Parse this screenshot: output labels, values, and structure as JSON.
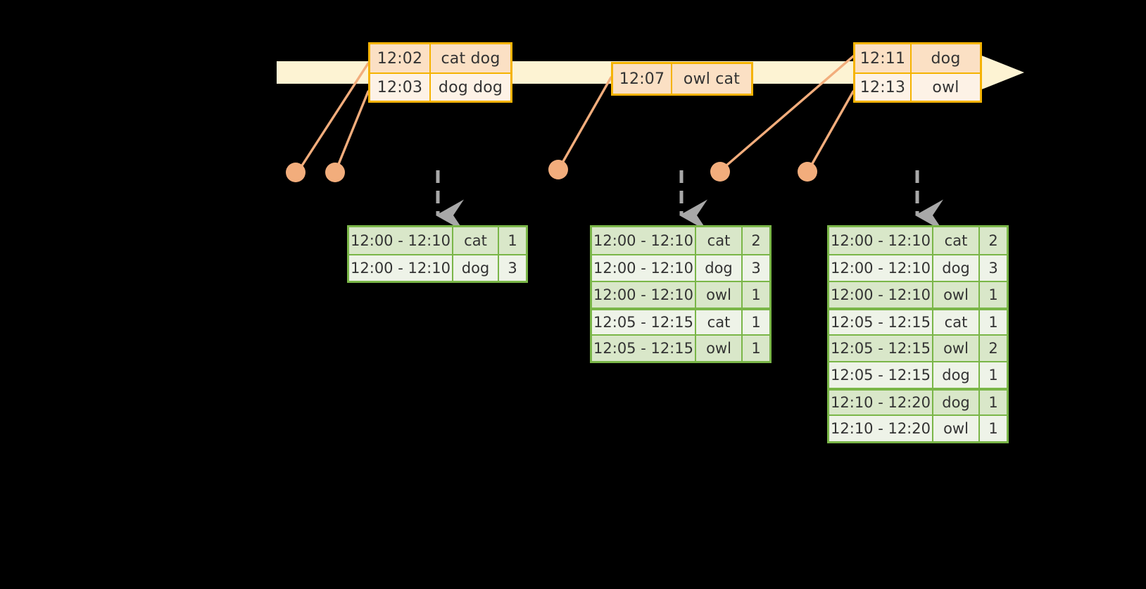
{
  "colors": {
    "background": "#000000",
    "timeline_band": "#fdf3d3",
    "event_border": "#f5b301",
    "event_fill_dark": "#fbe0c4",
    "event_fill_light": "#fdf2e6",
    "dot": "#f2ad7c",
    "connector": "#f2ad7c",
    "table_border": "#7ab648",
    "table_fill_dark": "#d9e7c9",
    "table_fill_light": "#eef3e8",
    "dashed_arrow": "#a8a8a8"
  },
  "timeline": {
    "name": "event-stream-timeline",
    "events": [
      {
        "id": "evt-group-1",
        "rows": [
          {
            "time": "12:02",
            "words": "cat dog"
          },
          {
            "time": "12:03",
            "words": "dog dog"
          }
        ]
      },
      {
        "id": "evt-group-2",
        "rows": [
          {
            "time": "12:07",
            "words": "owl cat"
          }
        ]
      },
      {
        "id": "evt-group-3",
        "rows": [
          {
            "time": "12:11",
            "words": "dog"
          },
          {
            "time": "12:13",
            "words": "owl"
          }
        ]
      }
    ]
  },
  "tables": [
    {
      "id": "window-table-1",
      "rows": [
        {
          "window": "12:00 - 12:10",
          "word": "cat",
          "count": "1"
        },
        {
          "window": "12:00 - 12:10",
          "word": "dog",
          "count": "3"
        }
      ]
    },
    {
      "id": "window-table-2",
      "rows": [
        {
          "window": "12:00 - 12:10",
          "word": "cat",
          "count": "2"
        },
        {
          "window": "12:00 - 12:10",
          "word": "dog",
          "count": "3"
        },
        {
          "window": "12:00 - 12:10",
          "word": "owl",
          "count": "1"
        },
        {
          "window": "12:05 - 12:15",
          "word": "cat",
          "count": "1"
        },
        {
          "window": "12:05 - 12:15",
          "word": "owl",
          "count": "1"
        }
      ]
    },
    {
      "id": "window-table-3",
      "rows": [
        {
          "window": "12:00 - 12:10",
          "word": "cat",
          "count": "2"
        },
        {
          "window": "12:00 - 12:10",
          "word": "dog",
          "count": "3"
        },
        {
          "window": "12:00 - 12:10",
          "word": "owl",
          "count": "1"
        },
        {
          "window": "12:05 - 12:15",
          "word": "cat",
          "count": "1"
        },
        {
          "window": "12:05 - 12:15",
          "word": "owl",
          "count": "2"
        },
        {
          "window": "12:05 - 12:15",
          "word": "dog",
          "count": "1"
        },
        {
          "window": "12:10 - 12:20",
          "word": "dog",
          "count": "1"
        },
        {
          "window": "12:10 - 12:20",
          "word": "owl",
          "count": "1"
        }
      ]
    }
  ]
}
